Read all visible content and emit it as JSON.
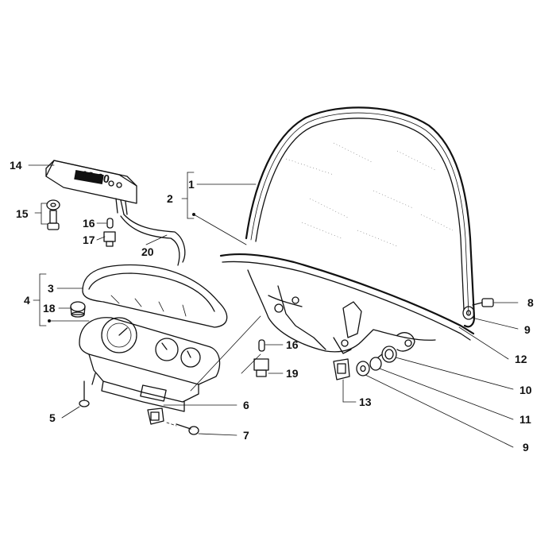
{
  "diagram": {
    "callouts": [
      {
        "id": "c14",
        "text": "14"
      },
      {
        "id": "c15",
        "text": "15"
      },
      {
        "id": "c16a",
        "text": "16"
      },
      {
        "id": "c17",
        "text": "17"
      },
      {
        "id": "c20",
        "text": "20"
      },
      {
        "id": "c1",
        "text": "1"
      },
      {
        "id": "c2",
        "text": "2"
      },
      {
        "id": "c3",
        "text": "3"
      },
      {
        "id": "c4",
        "text": "4"
      },
      {
        "id": "c18",
        "text": "18"
      },
      {
        "id": "c5",
        "text": "5"
      },
      {
        "id": "c6",
        "text": "6"
      },
      {
        "id": "c7",
        "text": "7"
      },
      {
        "id": "c16b",
        "text": "16"
      },
      {
        "id": "c19",
        "text": "19"
      },
      {
        "id": "c13",
        "text": "13"
      },
      {
        "id": "c8",
        "text": "8"
      },
      {
        "id": "c9a",
        "text": "9"
      },
      {
        "id": "c12",
        "text": "12"
      },
      {
        "id": "c10",
        "text": "10"
      },
      {
        "id": "c11",
        "text": "11"
      },
      {
        "id": "c9b",
        "text": "9"
      }
    ],
    "clock_display": "12:00",
    "colors": {
      "ink": "#111111",
      "background": "#ffffff"
    }
  }
}
